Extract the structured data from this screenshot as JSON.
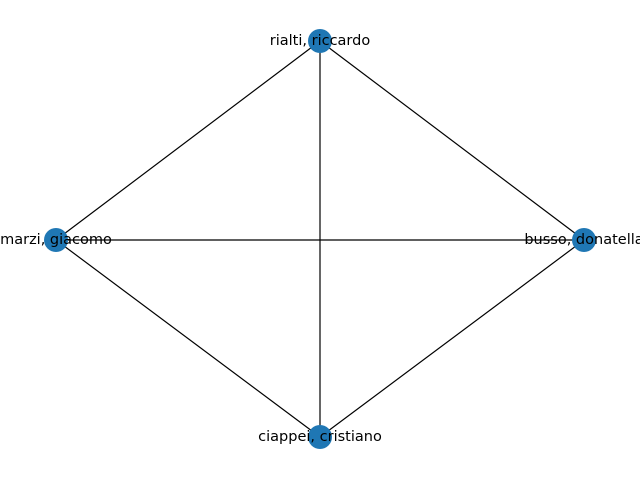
{
  "graph": {
    "node_color": "#1f77b4",
    "edge_color": "#000000",
    "nodes": [
      {
        "id": "rialti",
        "label": "rialti, riccardo"
      },
      {
        "id": "busso",
        "label": "busso, donatella"
      },
      {
        "id": "ciappei",
        "label": "ciappei, cristiano"
      },
      {
        "id": "marzi",
        "label": "marzi, giacomo"
      }
    ],
    "edges": [
      [
        "rialti",
        "marzi"
      ],
      [
        "rialti",
        "ciappei"
      ],
      [
        "rialti",
        "busso"
      ],
      [
        "marzi",
        "busso"
      ],
      [
        "marzi",
        "ciappei"
      ],
      [
        "busso",
        "ciappei"
      ]
    ]
  }
}
